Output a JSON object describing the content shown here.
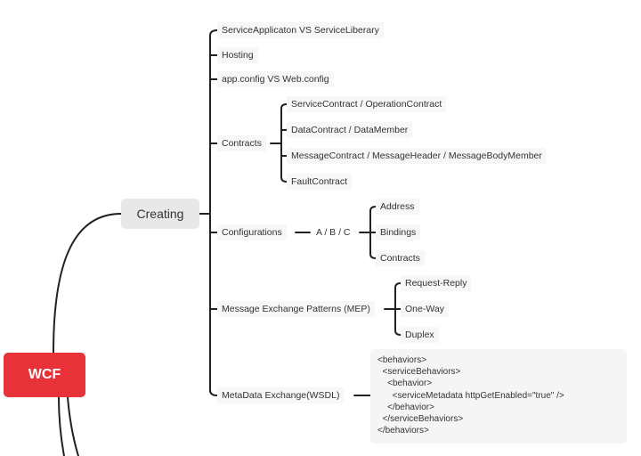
{
  "root": {
    "label": "WCF",
    "color": "#e8323a"
  },
  "creating": {
    "label": "Creating"
  },
  "topics": [
    "ServiceApplicaton VS ServiceLiberary",
    "Hosting",
    "app.config VS Web.config"
  ],
  "contracts": {
    "label": "Contracts",
    "children": [
      "ServiceContract /  OperationContract",
      "DataContract / DataMember",
      "MessageContract / MessageHeader / MessageBodyMember",
      "FaultContract"
    ]
  },
  "configurations": {
    "label": "Configurations",
    "abc": "A / B / C",
    "children": [
      "Address",
      "Bindings",
      "Contracts"
    ]
  },
  "mep": {
    "label": "Message Exchange Patterns (MEP)",
    "children": [
      "Request-Reply",
      "One-Way",
      "Duplex"
    ]
  },
  "metadata": {
    "label": "MetaData Exchange(WSDL)",
    "code": [
      "<behaviors>",
      "  <serviceBehaviors>",
      "    <behavior>",
      "      <serviceMetadata httpGetEnabled=\"true\" />",
      "    </behavior>",
      "  </serviceBehaviors>",
      "</behaviors>"
    ]
  }
}
